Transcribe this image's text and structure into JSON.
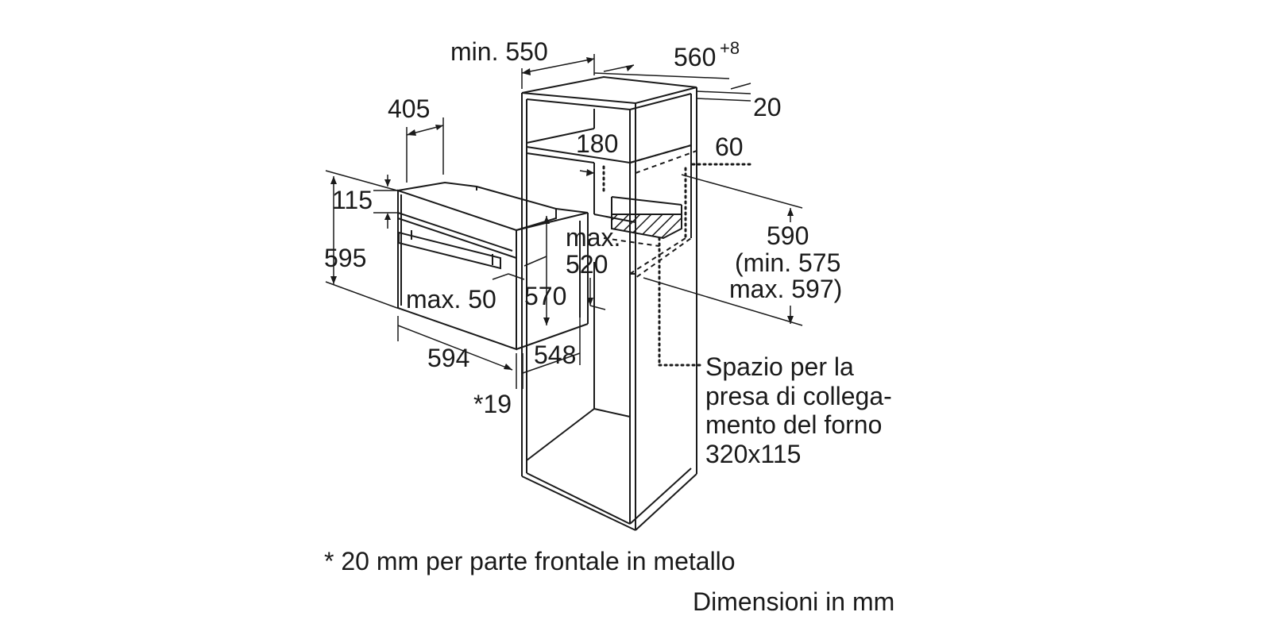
{
  "dimensions": {
    "cabinet_depth": "min. 550",
    "cabinet_width": "560",
    "cabinet_width_tol": "+8",
    "side_gap": "20",
    "vent_height": "180",
    "vent_depth": "60",
    "oven_depth_top": "405",
    "panel_height": "115",
    "oven_height": "595",
    "max_depth_top": "max.",
    "max_depth_val": "520",
    "niche_height": "590",
    "niche_height_min": "(min. 575",
    "niche_height_max": "max. 597)",
    "front_gap": "max. 50",
    "oven_body_depth": "570",
    "oven_width": "594",
    "oven_body_width": "548",
    "front_panel": "*19"
  },
  "socket_note": [
    "Spazio per la",
    "presa di collega-",
    "mento del forno",
    "320x115"
  ],
  "footnote": "* 20 mm per parte frontale in metallo",
  "units_note": "Dimensioni in mm",
  "colors": {
    "line": "#1a1a1a",
    "background": "#ffffff"
  }
}
